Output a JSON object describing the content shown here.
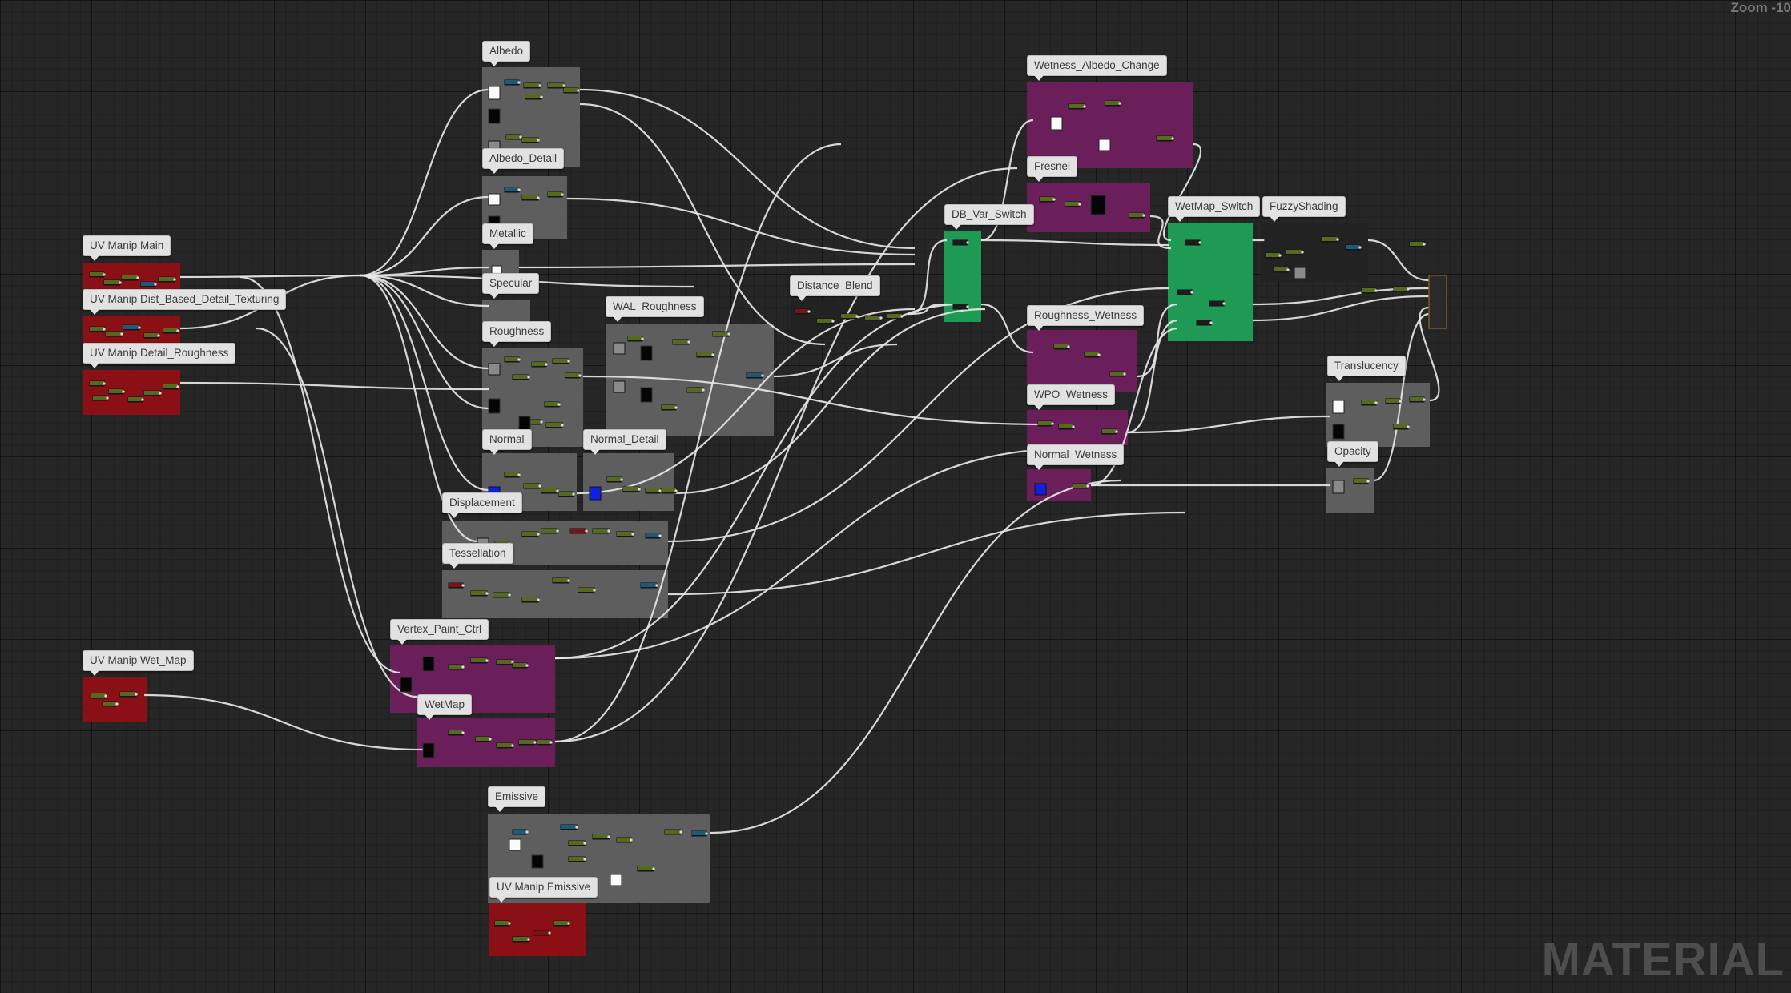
{
  "editor": {
    "zoom_label": "Zoom -10",
    "watermark": "MATERIAL"
  },
  "colors": {
    "background": "#262626",
    "wire": "#e6e6e6",
    "comment_red": "#8b1016",
    "comment_gray": "#5e5e5e",
    "comment_purple": "#6a1f5a",
    "comment_green": "#1f9a55",
    "comment_dark": "#222222",
    "node_green": "#55691f",
    "node_blue": "#1e5a78",
    "node_red": "#7a1313",
    "node_dark": "#1c1c1c"
  },
  "comments": [
    {
      "label": "UV Manip Main",
      "color": "red",
      "icon": "comment-bubble"
    },
    {
      "label": "UV Manip Dist_Based_Detail_Texturing",
      "color": "red",
      "icon": "comment-bubble"
    },
    {
      "label": "UV Manip Detail_Roughness",
      "color": "red",
      "icon": "comment-bubble"
    },
    {
      "label": "UV Manip Wet_Map",
      "color": "red",
      "icon": "comment-bubble"
    },
    {
      "label": "Albedo",
      "color": "gray",
      "icon": "comment-bubble"
    },
    {
      "label": "Albedo_Detail",
      "color": "gray",
      "icon": "comment-bubble"
    },
    {
      "label": "Metallic",
      "color": "gray",
      "icon": "comment-bubble"
    },
    {
      "label": "Specular",
      "color": "gray",
      "icon": "comment-bubble"
    },
    {
      "label": "Roughness",
      "color": "gray",
      "icon": "comment-bubble"
    },
    {
      "label": "WAL_Roughness",
      "color": "gray",
      "icon": "comment-bubble"
    },
    {
      "label": "Normal",
      "color": "gray",
      "icon": "comment-bubble"
    },
    {
      "label": "Normal_Detail",
      "color": "gray",
      "icon": "comment-bubble"
    },
    {
      "label": "Displacement",
      "color": "gray",
      "icon": "comment-bubble"
    },
    {
      "label": "Tessellation",
      "color": "gray",
      "icon": "comment-bubble"
    },
    {
      "label": "Vertex_Paint_Ctrl",
      "color": "purple",
      "icon": "comment-bubble"
    },
    {
      "label": "WetMap",
      "color": "purple",
      "icon": "comment-bubble"
    },
    {
      "label": "Emissive",
      "color": "gray",
      "icon": "comment-bubble"
    },
    {
      "label": "UV Manip Emissive",
      "color": "red",
      "icon": "comment-bubble"
    },
    {
      "label": "Distance_Blend",
      "color": "dark",
      "icon": "comment-bubble"
    },
    {
      "label": "DB_Var_Switch",
      "color": "green",
      "icon": "comment-bubble"
    },
    {
      "label": "Wetness_Albedo_Change",
      "color": "purple",
      "icon": "comment-bubble"
    },
    {
      "label": "Fresnel",
      "color": "purple",
      "icon": "comment-bubble"
    },
    {
      "label": "Roughness_Wetness",
      "color": "purple",
      "icon": "comment-bubble"
    },
    {
      "label": "WPO_Wetness",
      "color": "purple",
      "icon": "comment-bubble"
    },
    {
      "label": "Normal_Wetness",
      "color": "purple",
      "icon": "comment-bubble"
    },
    {
      "label": "WetMap_Switch",
      "color": "green",
      "icon": "comment-bubble"
    },
    {
      "label": "FuzzyShading",
      "color": "dark",
      "icon": "comment-bubble"
    },
    {
      "label": "Translucency",
      "color": "gray",
      "icon": "comment-bubble"
    },
    {
      "label": "Opacity",
      "color": "gray",
      "icon": "comment-bubble"
    }
  ]
}
